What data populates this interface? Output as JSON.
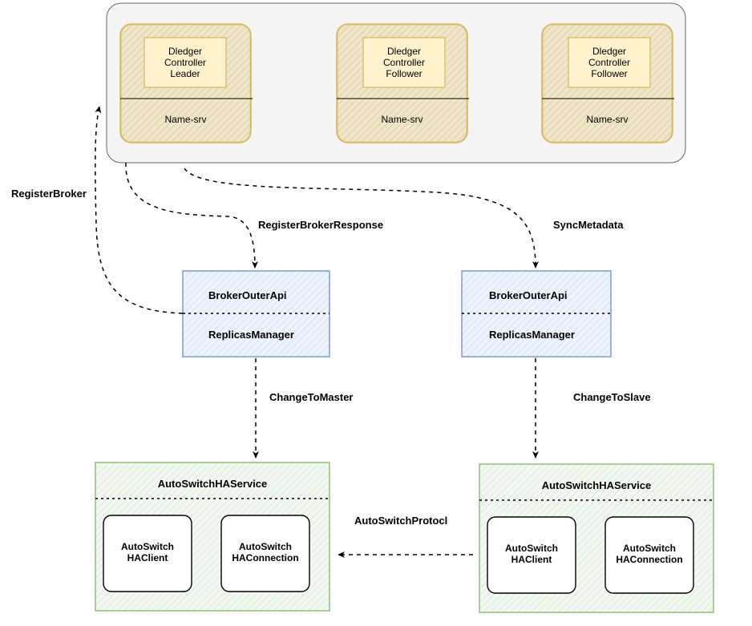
{
  "colors": {
    "cluster_fill": "#f5f5f5",
    "cluster_stroke": "#666666",
    "node_fill": "#ddd6bf",
    "node_stroke": "#d6b656",
    "controller_fill": "#fff2cc",
    "broker_fill": "#dae8fc",
    "broker_stroke": "#6c8ebf",
    "ha_fill": "#d5e8d4",
    "ha_stroke": "#82b366"
  },
  "nameserver_cluster": {
    "nodes": [
      {
        "controller_lines": [
          "Dledger",
          "Controller",
          "Leader"
        ],
        "name": "Name-srv"
      },
      {
        "controller_lines": [
          "Dledger",
          "Controller",
          "Follower"
        ],
        "name": "Name-srv"
      },
      {
        "controller_lines": [
          "Dledger",
          "Controller",
          "Follower"
        ],
        "name": "Name-srv"
      }
    ]
  },
  "brokers": [
    {
      "api": "BrokerOuterApi",
      "manager": "ReplicasManager"
    },
    {
      "api": "BrokerOuterApi",
      "manager": "ReplicasManager"
    }
  ],
  "ha_services": [
    {
      "title": "AutoSwitchHAService",
      "client_lines": [
        "AutoSwitch",
        "HAClient"
      ],
      "connection_lines": [
        "AutoSwitch",
        "HAConnection"
      ]
    },
    {
      "title": "AutoSwitchHAService",
      "client_lines": [
        "AutoSwitch",
        "HAClient"
      ],
      "connection_lines": [
        "AutoSwitch",
        "HAConnection"
      ]
    }
  ],
  "edges": {
    "register_broker": "RegisterBroker",
    "register_broker_response": "RegisterBrokerResponse",
    "sync_metadata": "SyncMetadata",
    "change_to_master": "ChangeToMaster",
    "change_to_slave": "ChangeToSlave",
    "auto_switch_protocol": "AutoSwitchProtocl"
  }
}
